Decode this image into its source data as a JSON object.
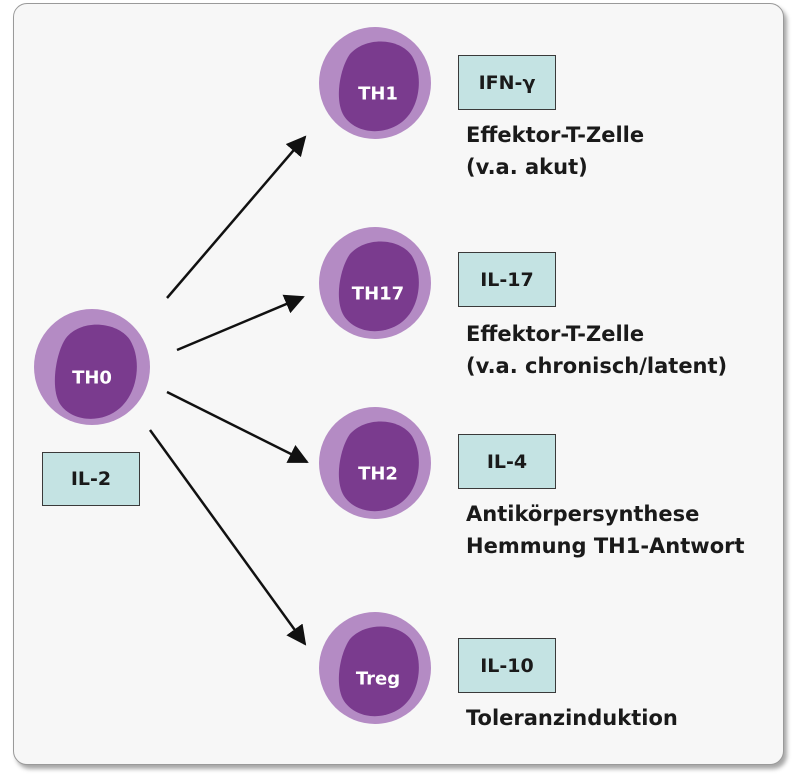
{
  "colors": {
    "cell_outer": "#b48bc4",
    "cell_inner": "#7a3b8e",
    "box_fill": "#c4e3e3",
    "frame_fill": "#f7f7f7"
  },
  "source": {
    "cell": "TH0",
    "cytokine": "IL-2"
  },
  "targets": [
    {
      "cell": "TH1",
      "cytokine": "IFN-γ",
      "description": [
        "Effektor-T-Zelle",
        "(v.a. akut)"
      ]
    },
    {
      "cell": "TH17",
      "cytokine": "IL-17",
      "description": [
        "Effektor-T-Zelle",
        "(v.a. chronisch/latent)"
      ]
    },
    {
      "cell": "TH2",
      "cytokine": "IL-4",
      "description": [
        "Antikörpersynthese",
        "Hemmung TH1-Antwort"
      ]
    },
    {
      "cell": "Treg",
      "cytokine": "IL-10",
      "description": [
        "Toleranzinduktion"
      ]
    }
  ]
}
